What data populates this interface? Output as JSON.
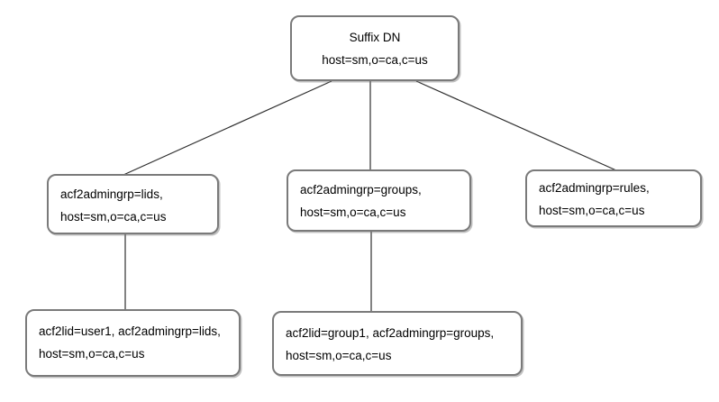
{
  "diagram": {
    "type": "tree",
    "colors": {
      "background": "#ffffff",
      "box_border": "#7a7a7a",
      "connector_line": "#2e2e2e",
      "text": "#000000"
    },
    "nodes": {
      "suffix": {
        "line1": "Suffix DN",
        "line2": "host=sm,o=ca,c=us"
      },
      "lids": {
        "line1": "acf2admingrp=lids,",
        "line2": "host=sm,o=ca,c=us"
      },
      "groups": {
        "line1": "acf2admingrp=groups,",
        "line2": "host=sm,o=ca,c=us"
      },
      "rules": {
        "line1": "acf2admingrp=rules,",
        "line2": "host=sm,o=ca,c=us"
      },
      "user1": {
        "line1": "acf2lid=user1, acf2admingrp=lids,",
        "line2": "host=sm,o=ca,c=us"
      },
      "group1": {
        "line1": "acf2lid=group1, acf2admingrp=groups,",
        "line2": "host=sm,o=ca,c=us"
      }
    },
    "edges": [
      {
        "from": "suffix",
        "to": "lids"
      },
      {
        "from": "suffix",
        "to": "groups"
      },
      {
        "from": "suffix",
        "to": "rules"
      },
      {
        "from": "lids",
        "to": "user1"
      },
      {
        "from": "groups",
        "to": "group1"
      }
    ]
  }
}
